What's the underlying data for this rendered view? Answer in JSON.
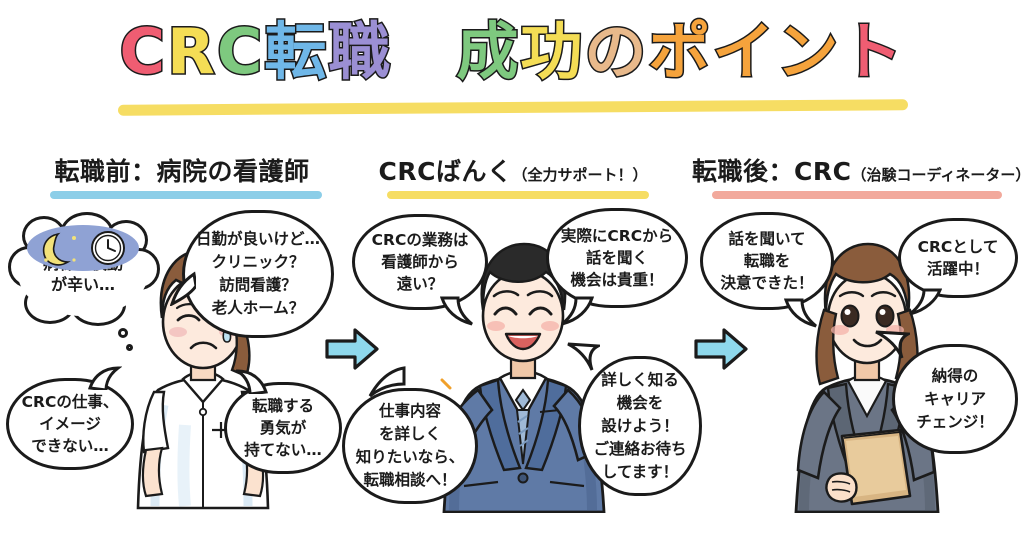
{
  "title": {
    "segments": [
      {
        "text": "C",
        "color": "#ef5d72"
      },
      {
        "text": "R",
        "color": "#f4dd55"
      },
      {
        "text": "C",
        "color": "#7ec97f"
      },
      {
        "text": "転",
        "color": "#6fb7e8"
      },
      {
        "text": "職",
        "color": "#9b8fd4"
      },
      {
        "text": "　",
        "color": "#ffffff"
      },
      {
        "text": "成",
        "color": "#7ec97f"
      },
      {
        "text": "功",
        "color": "#f4dd55"
      },
      {
        "text": "の",
        "color": "#e8b98b"
      },
      {
        "text": "ポイン",
        "color": "#f5a33c"
      },
      {
        "text": "ト",
        "color": "#ef5d72"
      }
    ],
    "plain": "CRC転職 成功のポイント",
    "underline_color": "#f6dd63"
  },
  "panels": [
    {
      "id": "before",
      "heading_main": "転職前：病院の看護師",
      "heading_sub": "",
      "rule_color": "#8ccee8",
      "character": "sad-nurse",
      "bubbles": [
        {
          "name": "bubble-night-shift",
          "text": "病棟の夜勤\nが辛い…",
          "style": "thought"
        },
        {
          "name": "bubble-day-shift-options",
          "text": "日勤が良いけど…\nクリニック？\n訪問看護？\n老人ホーム？",
          "style": "speech"
        },
        {
          "name": "bubble-crc-image",
          "text": "CRCの仕事、\nイメージ\nできない…",
          "style": "speech"
        },
        {
          "name": "bubble-no-courage",
          "text": "転職する\n勇気が\n持てない…",
          "style": "speech"
        }
      ]
    },
    {
      "id": "bank",
      "heading_main": "CRCばんく",
      "heading_sub": "（全力サポート！）",
      "rule_color": "#f6dd63",
      "character": "smiling-consultant",
      "bubbles": [
        {
          "name": "bubble-crc-work-far",
          "text": "CRCの業務は\n看護師から\n遠い？",
          "style": "speech"
        },
        {
          "name": "bubble-valuable-chance",
          "text": "実際にCRCから\n話を聞く\n機会は貴重！",
          "style": "speech"
        },
        {
          "name": "bubble-consult-invite",
          "text": "仕事内容\nを詳しく\n知りたいなら、\n転職相談へ！",
          "style": "speech"
        },
        {
          "name": "bubble-contact-us",
          "text": "詳しく知る\n機会を\n設けよう！\nご連絡お待ち\nしてます！",
          "style": "speech"
        }
      ]
    },
    {
      "id": "after",
      "heading_main": "転職後：CRC",
      "heading_sub": "（治験コーディネーター）",
      "rule_color": "#f2a99c",
      "character": "confident-crc",
      "bubbles": [
        {
          "name": "bubble-decided",
          "text": "話を聞いて\n転職を\n決意できた！",
          "style": "speech"
        },
        {
          "name": "bubble-active-as-crc",
          "text": "CRCとして\n活躍中！",
          "style": "speech"
        },
        {
          "name": "bubble-career-change",
          "text": "納得の\nキャリア\nチェンジ！",
          "style": "speech"
        }
      ]
    }
  ],
  "arrows": [
    {
      "name": "arrow-before-to-bank",
      "color": "#8ed8ec"
    },
    {
      "name": "arrow-bank-to-after",
      "color": "#8ed8ec"
    }
  ]
}
